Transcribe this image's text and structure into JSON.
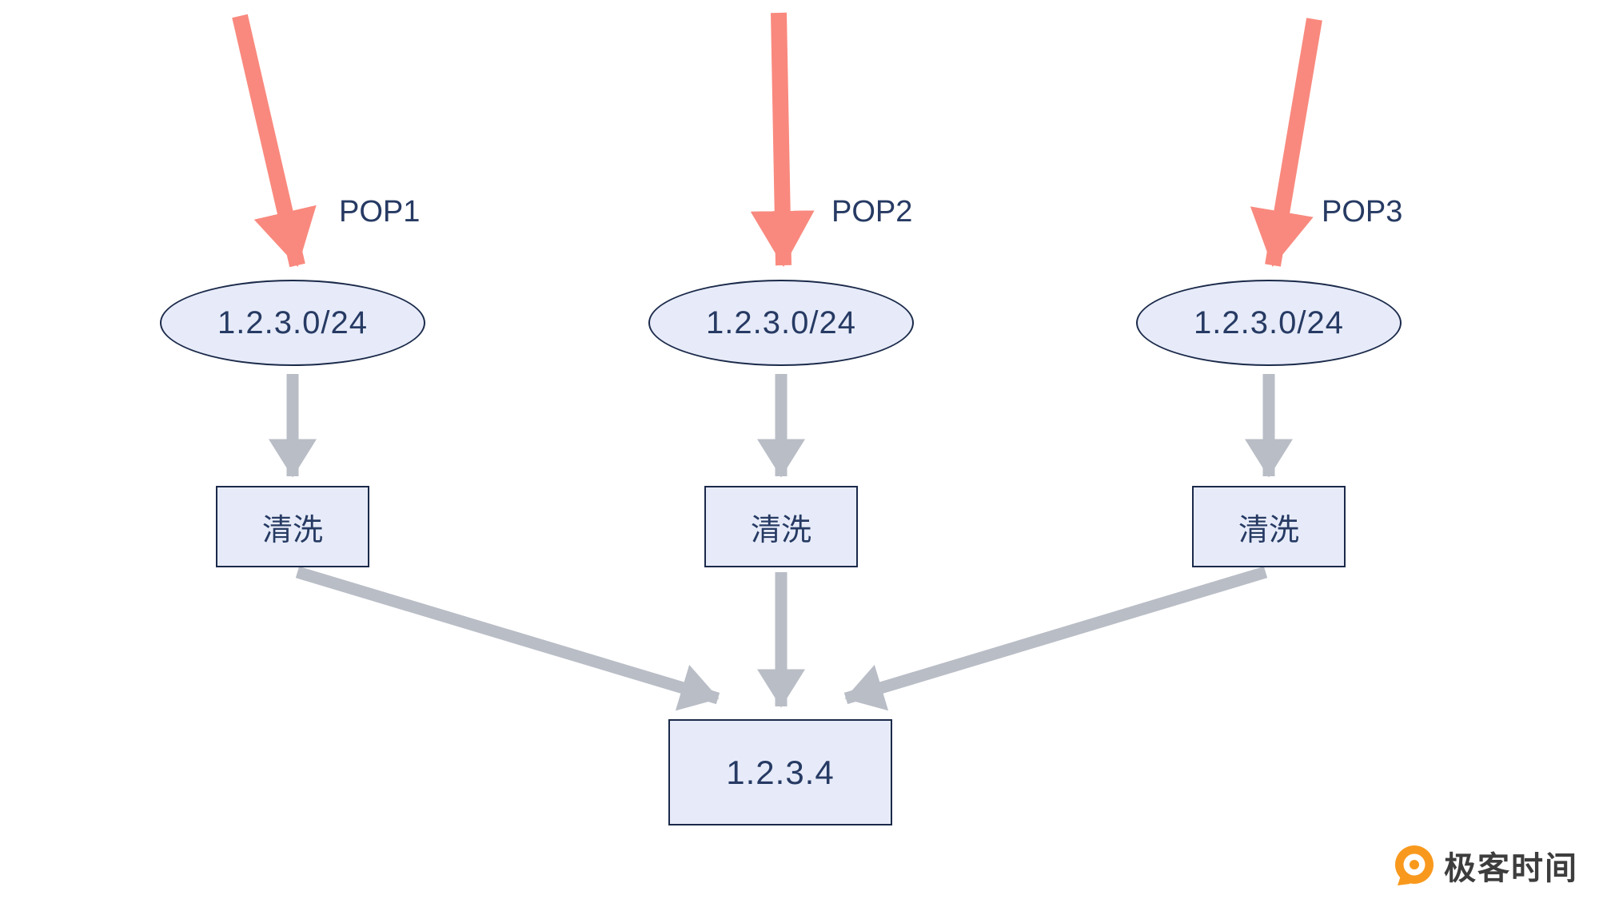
{
  "diagram": {
    "pops": [
      {
        "label": "POP1",
        "prefix": "1.2.3.0/24",
        "scrub_label": "清洗"
      },
      {
        "label": "POP2",
        "prefix": "1.2.3.0/24",
        "scrub_label": "清洗"
      },
      {
        "label": "POP3",
        "prefix": "1.2.3.0/24",
        "scrub_label": "清洗"
      }
    ],
    "target_label": "1.2.3.4",
    "colors": {
      "attack_arrow": "#F9897E",
      "flow_arrow": "#B9BDC6",
      "node_fill": "#E7EBF9",
      "node_border": "#1B2A4A",
      "node_text": "#263A63"
    }
  },
  "branding": {
    "name": "极客时间",
    "logo_color": "#F8991D",
    "text_color": "#3D3D3D"
  }
}
